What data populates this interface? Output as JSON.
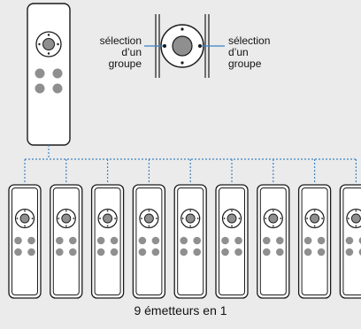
{
  "diagram": {
    "main_remote": {
      "name": "master-remote"
    },
    "zoom_callout": {
      "left_label": [
        "sélection",
        "d’un",
        "groupe"
      ],
      "right_label": [
        "sélection",
        "d’un",
        "groupe"
      ]
    },
    "grouped_remotes": {
      "count": 9
    },
    "caption": "9 émetteurs en 1",
    "colors": {
      "background": "#ebebeb",
      "remote_body": "#ffffff",
      "outline": "#1a1a1a",
      "button_grey": "#8f8f8f",
      "dotted_connector": "#3b82c4"
    }
  }
}
